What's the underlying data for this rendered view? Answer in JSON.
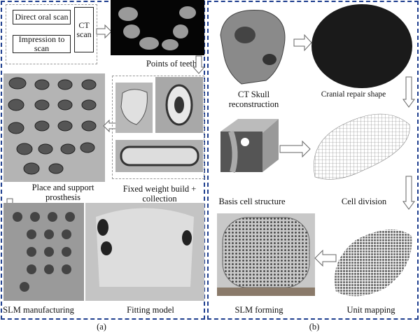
{
  "panel_a": {
    "caption": "(a)",
    "scan_options": [
      "Direct oral scan",
      "Impression to scan"
    ],
    "ct_scan": "CT scan",
    "steps": [
      "Points of teeth",
      "Place and support prosthesis",
      "Fixed weight build + collection",
      "SLM manufacturing",
      "Fitting model"
    ]
  },
  "panel_b": {
    "caption": "(b)",
    "steps": [
      "CT Skull reconstruction",
      "Cranial repair shape",
      "Basis cell structure",
      "Cell division",
      "SLM forming",
      "Unit mapping"
    ]
  }
}
